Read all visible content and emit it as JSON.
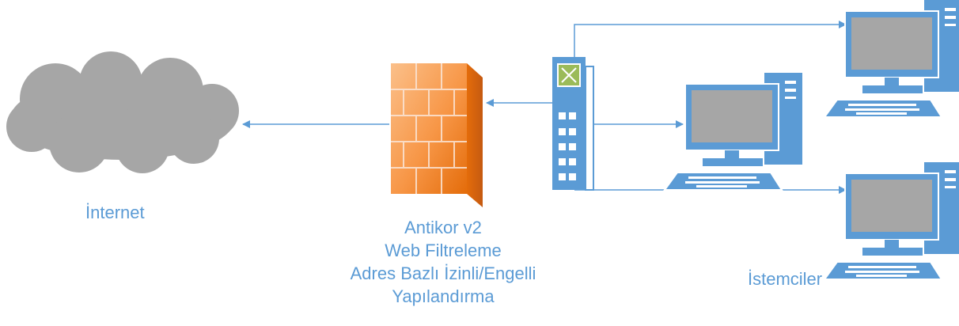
{
  "labels": {
    "internet": "İnternet",
    "firewall_lines": [
      "Antikor v2",
      "Web Filtreleme",
      "Adres Bazlı İzinli/Engelli",
      "Yapılandırma"
    ],
    "clients": "İstemciler"
  },
  "nodes": [
    {
      "id": "internet",
      "icon": "cloud-icon"
    },
    {
      "id": "firewall",
      "icon": "firewall-icon"
    },
    {
      "id": "switch",
      "icon": "network-switch-icon"
    },
    {
      "id": "client-1",
      "icon": "desktop-computer-icon"
    },
    {
      "id": "client-2",
      "icon": "desktop-computer-icon"
    },
    {
      "id": "client-3",
      "icon": "desktop-computer-icon"
    }
  ],
  "edges": [
    {
      "from": "switch",
      "to": "firewall"
    },
    {
      "from": "firewall",
      "to": "internet"
    },
    {
      "from": "switch",
      "to": "client-1"
    },
    {
      "from": "switch",
      "to": "client-2"
    },
    {
      "from": "switch",
      "to": "client-3"
    }
  ],
  "colors": {
    "accent": "#5b9bd5",
    "cloud": "#a6a6a6",
    "firewall_front": "#f79646",
    "firewall_side": "#e46c0a",
    "computer_body": "#5b9bd5",
    "screen": "#a6a6a6"
  }
}
